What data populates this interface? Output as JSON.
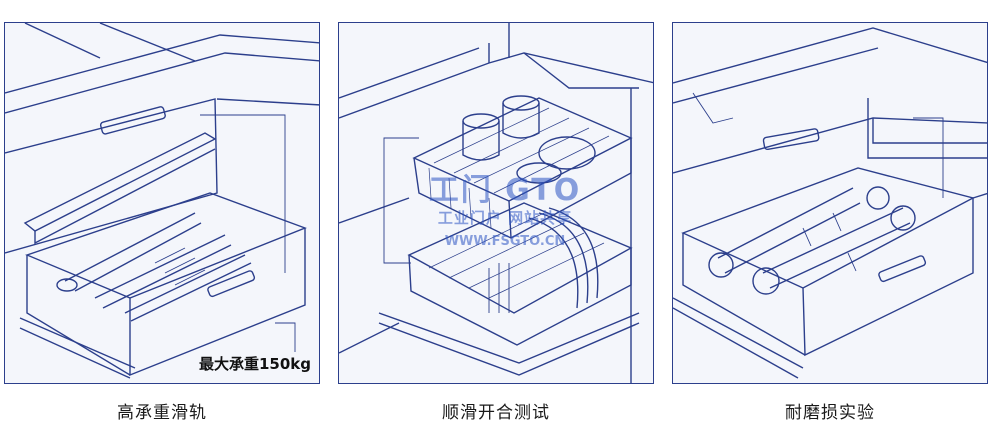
{
  "panels": [
    {
      "caption": "高承重滑轨",
      "label": "最大承重150kg",
      "icon": "heavy-duty-slide-rail-drawer-with-tools"
    },
    {
      "caption": "顺滑开合测试",
      "icon": "dish-basket-drawer"
    },
    {
      "caption": "耐磨损实验",
      "icon": "drawer-with-pipe-fittings"
    }
  ],
  "watermark": {
    "main": "工门 GTO",
    "sub": "工业门户 网站共享",
    "url": "WWW.FSGTO.CN"
  },
  "colors": {
    "line": "#2c3f8c",
    "panel_bg": "#f4f6fb",
    "watermark": "#2d55c4"
  }
}
